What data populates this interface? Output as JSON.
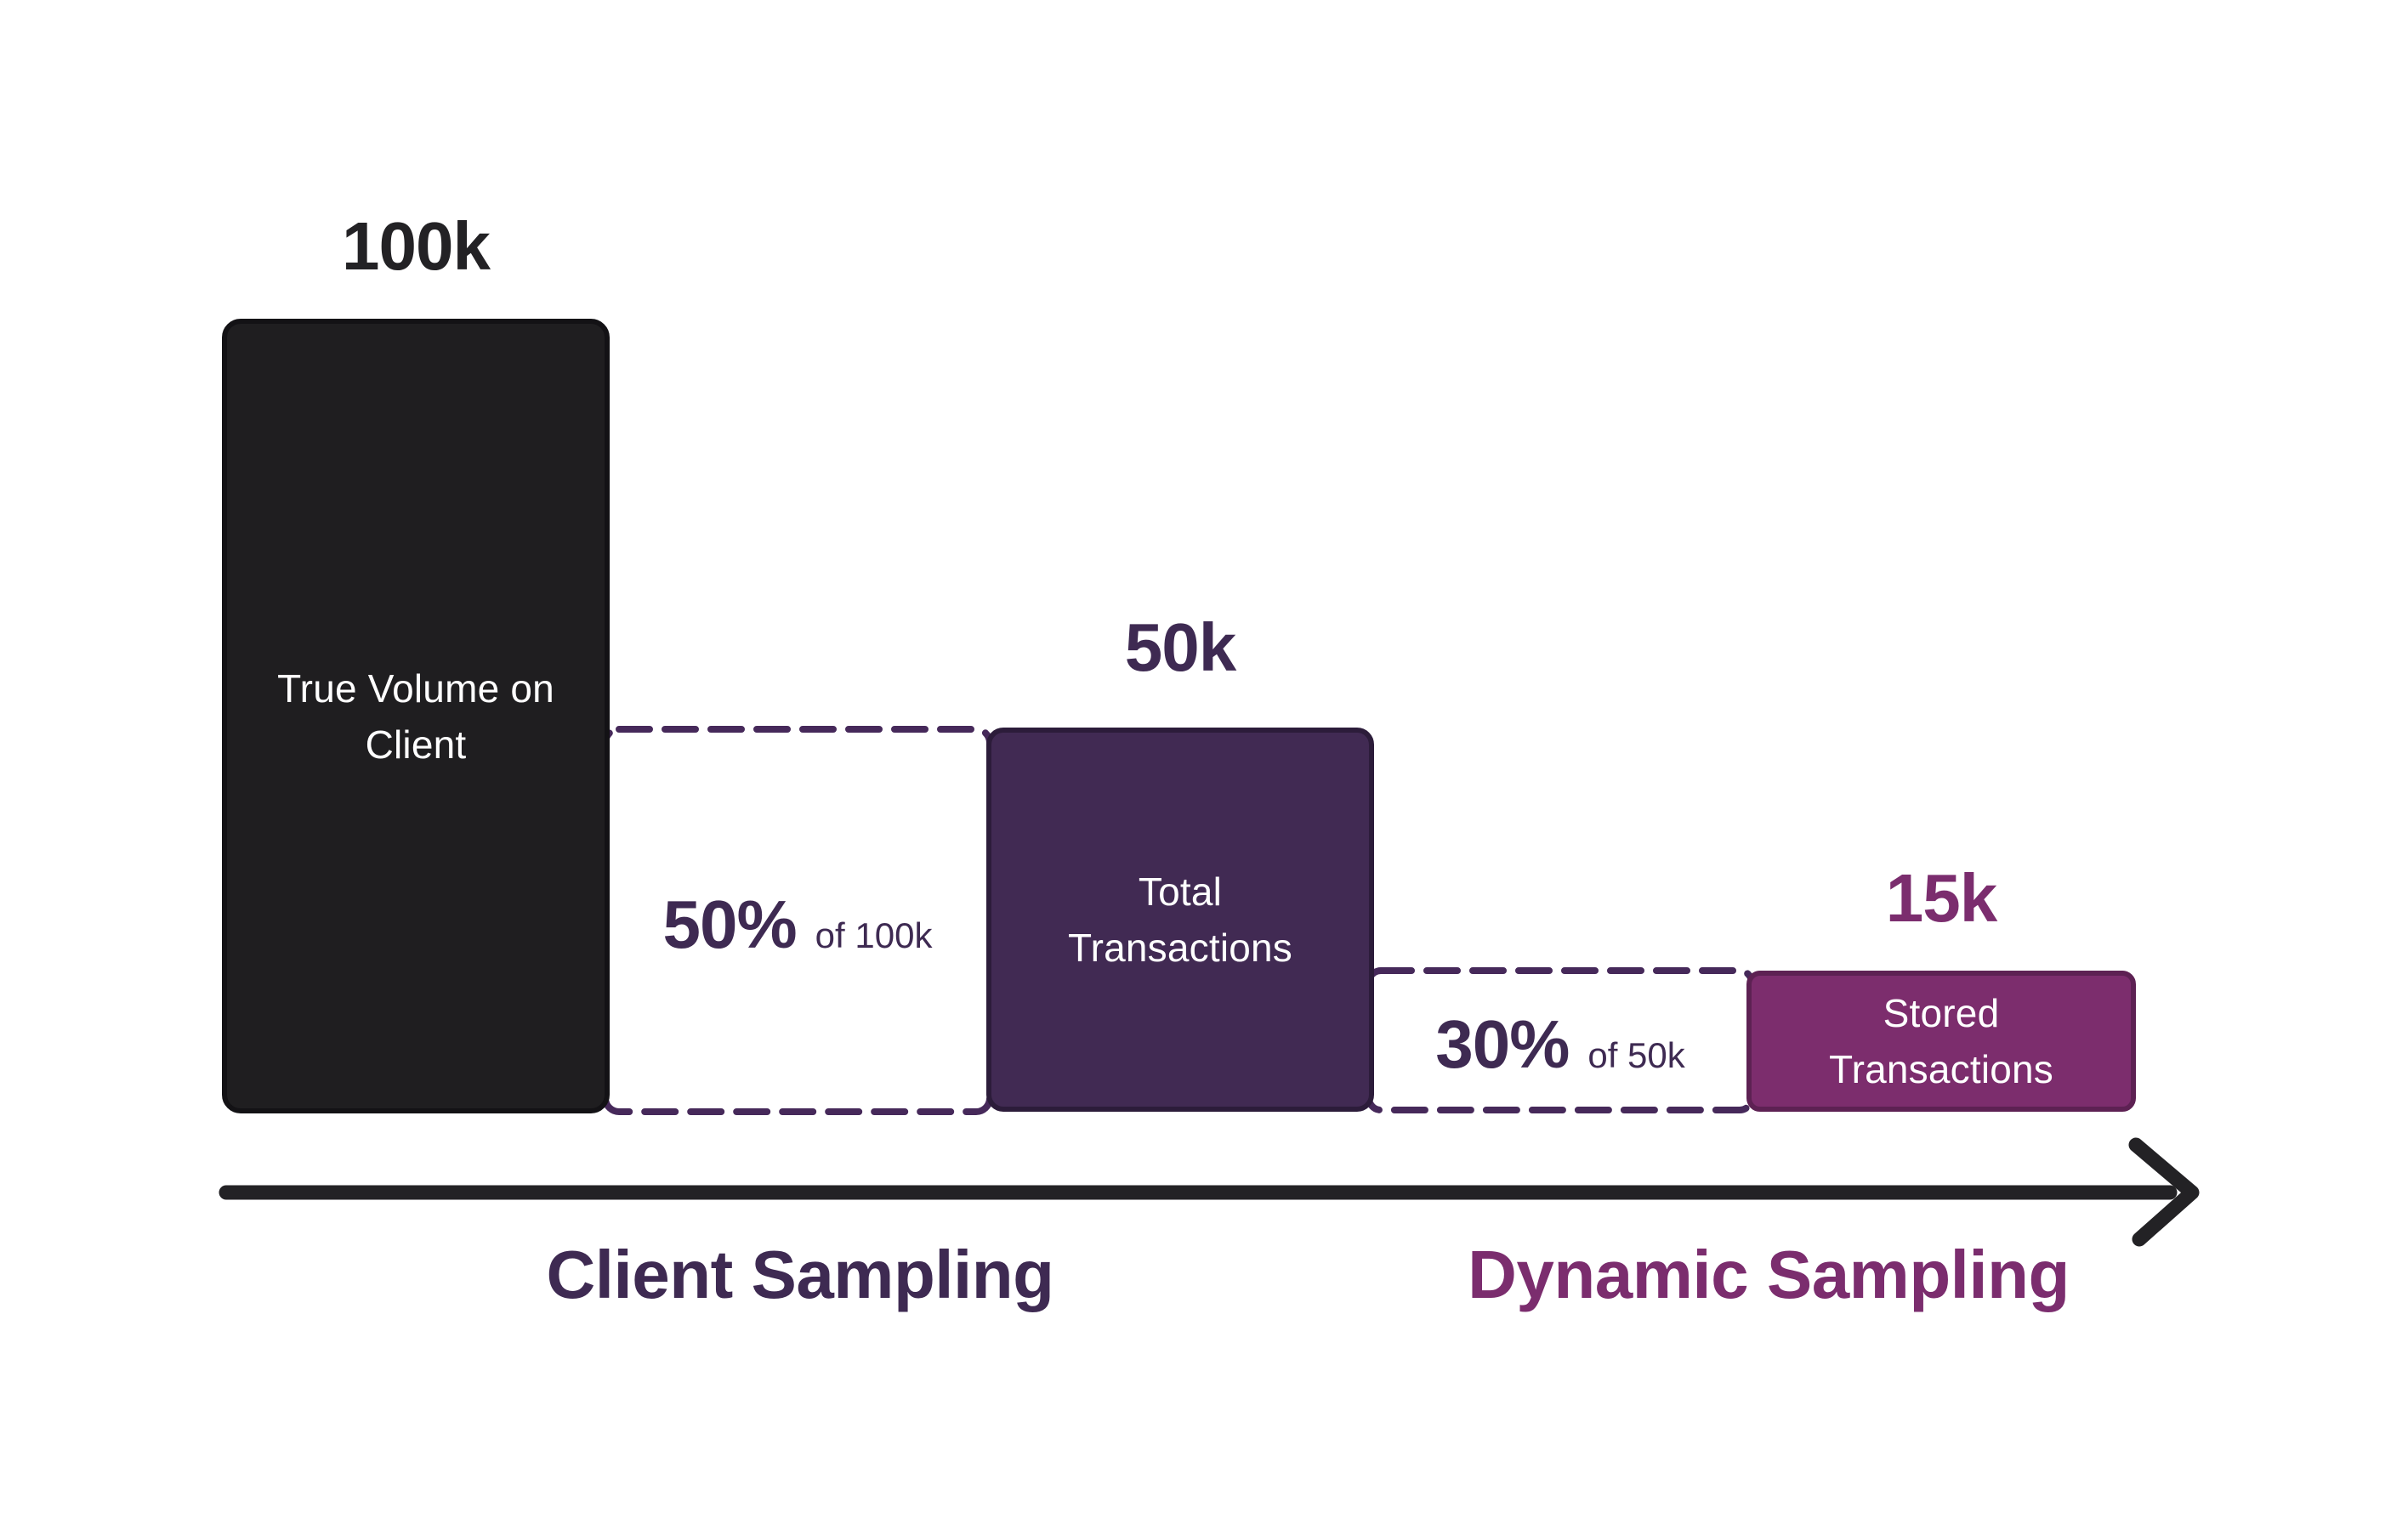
{
  "stages": [
    {
      "id": "true-volume",
      "value": "100k",
      "label_lines": [
        "True Volume on",
        "Client"
      ]
    },
    {
      "id": "client-sample-rate",
      "percent": "50%",
      "of": "of 100k"
    },
    {
      "id": "total-transactions",
      "value": "50k",
      "label_lines": [
        "Total",
        "Transactions"
      ]
    },
    {
      "id": "dynamic-sample-rate",
      "percent": "30%",
      "of": "of 50k"
    },
    {
      "id": "stored-transactions",
      "value": "15k",
      "label_lines": [
        "Stored",
        "Transactions"
      ]
    }
  ],
  "axis_labels": {
    "left": "Client Sampling",
    "right": "Dynamic Sampling"
  },
  "colors": {
    "background": "#ffffff",
    "ink": "#232225",
    "black_bar_fill": "#1f1e20",
    "black_bar_border": "#131215",
    "purple_bar_fill": "#412a53",
    "purple_bar_border": "#2c1c3a",
    "magenta_bar_fill": "#7c2d6d",
    "magenta_bar_border": "#5d2153",
    "dash_stroke": "#46295a",
    "purple_text": "#3e2a52",
    "magenta_text": "#7b2d6e",
    "bar_text": "#ffffff",
    "arrow": "#232225"
  }
}
